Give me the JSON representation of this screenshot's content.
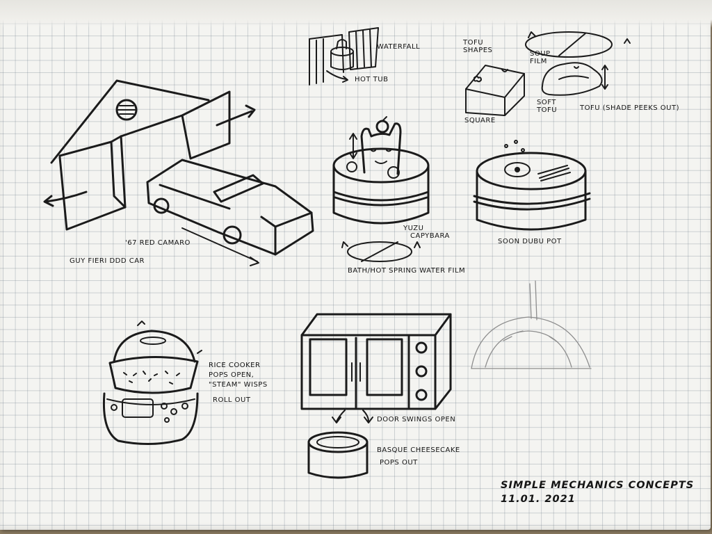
{
  "labels": {
    "waterfall": "WATERFALL",
    "hot_tub": "HOT TUB",
    "tofu_shapes": "TOFU SHAPES",
    "soup_film": "SOUP",
    "soup_film_2": "FILM",
    "soft_tofu": "SOFT",
    "soft_tofu_2": "TOFU",
    "square": "SQUARE",
    "tofu_shade": "TOFU (SHADE PEEKS OUT)",
    "camaro": "'67 RED CAMARO",
    "ddd_car": "GUY FIERI DDD CAR",
    "yuzu_capybara": "YUZU",
    "yuzu_capybara_2": "CAPYBARA",
    "bath_film": "BATH/HOT SPRING WATER FILM",
    "soon_dubu": "SOON DUBU POT",
    "rice_cooker_1": "RICE COOKER",
    "rice_cooker_2": "POPS OPEN,",
    "rice_cooker_3": "\"STEAM\" WISPS",
    "rice_cooker_4": "ROLL OUT",
    "door_swings": "DOOR SWINGS OPEN",
    "cheesecake_1": "BASQUE CHEESECAKE",
    "cheesecake_2": "POPS OUT",
    "title": "SIMPLE MECHANICS CONCEPTS",
    "date": "11.01. 2021"
  },
  "colors": {
    "ink": "#1b1b1b",
    "paper": "#f4f4f1",
    "grid": "#5f6e7d",
    "pencil": "#8d8d8d",
    "table": "#8c7c62"
  }
}
